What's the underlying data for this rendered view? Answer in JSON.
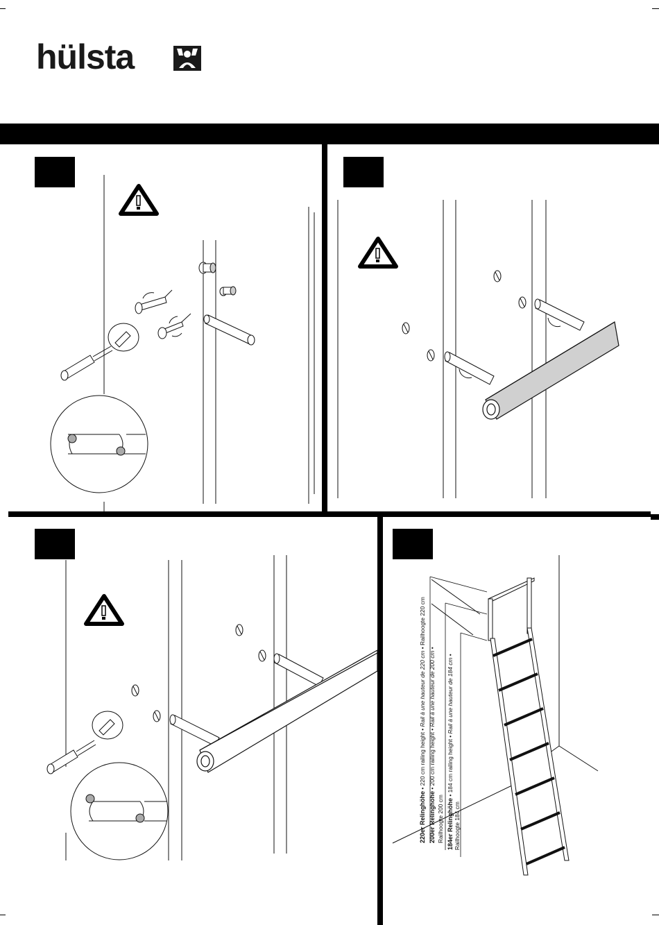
{
  "brand": {
    "name": "hülsta",
    "emblem": "huelsta-emblem"
  },
  "warning_icon": "warning-triangle-icon",
  "diagram4_labels": {
    "line1_bold": "220er Relinghöhe",
    "line1_rest": " • 220 cm railing height • ",
    "line1_italic": "Rail à une hauteur de 220 cm",
    "line1_tail": " • Railhoogte 220 cm",
    "line2_bold": "200er Relinghöhe",
    "line2_rest": " • 200 cm railing height • ",
    "line2_italic": "Rail à une hauteur de 200 cm",
    "line2_tail": " •",
    "line2b": "Railhoogte 200 cm",
    "line3_bold": "184er Relinghöhe",
    "line3_rest": " • 184 cm railing height • ",
    "line3_italic": "Rail à une hauteur de 184 cm",
    "line3_tail": " •",
    "line3b": "Railhoogte 184 cm"
  },
  "colors": {
    "ink": "#000000",
    "rail_fill": "#d0d0d0",
    "paper": "#ffffff"
  }
}
